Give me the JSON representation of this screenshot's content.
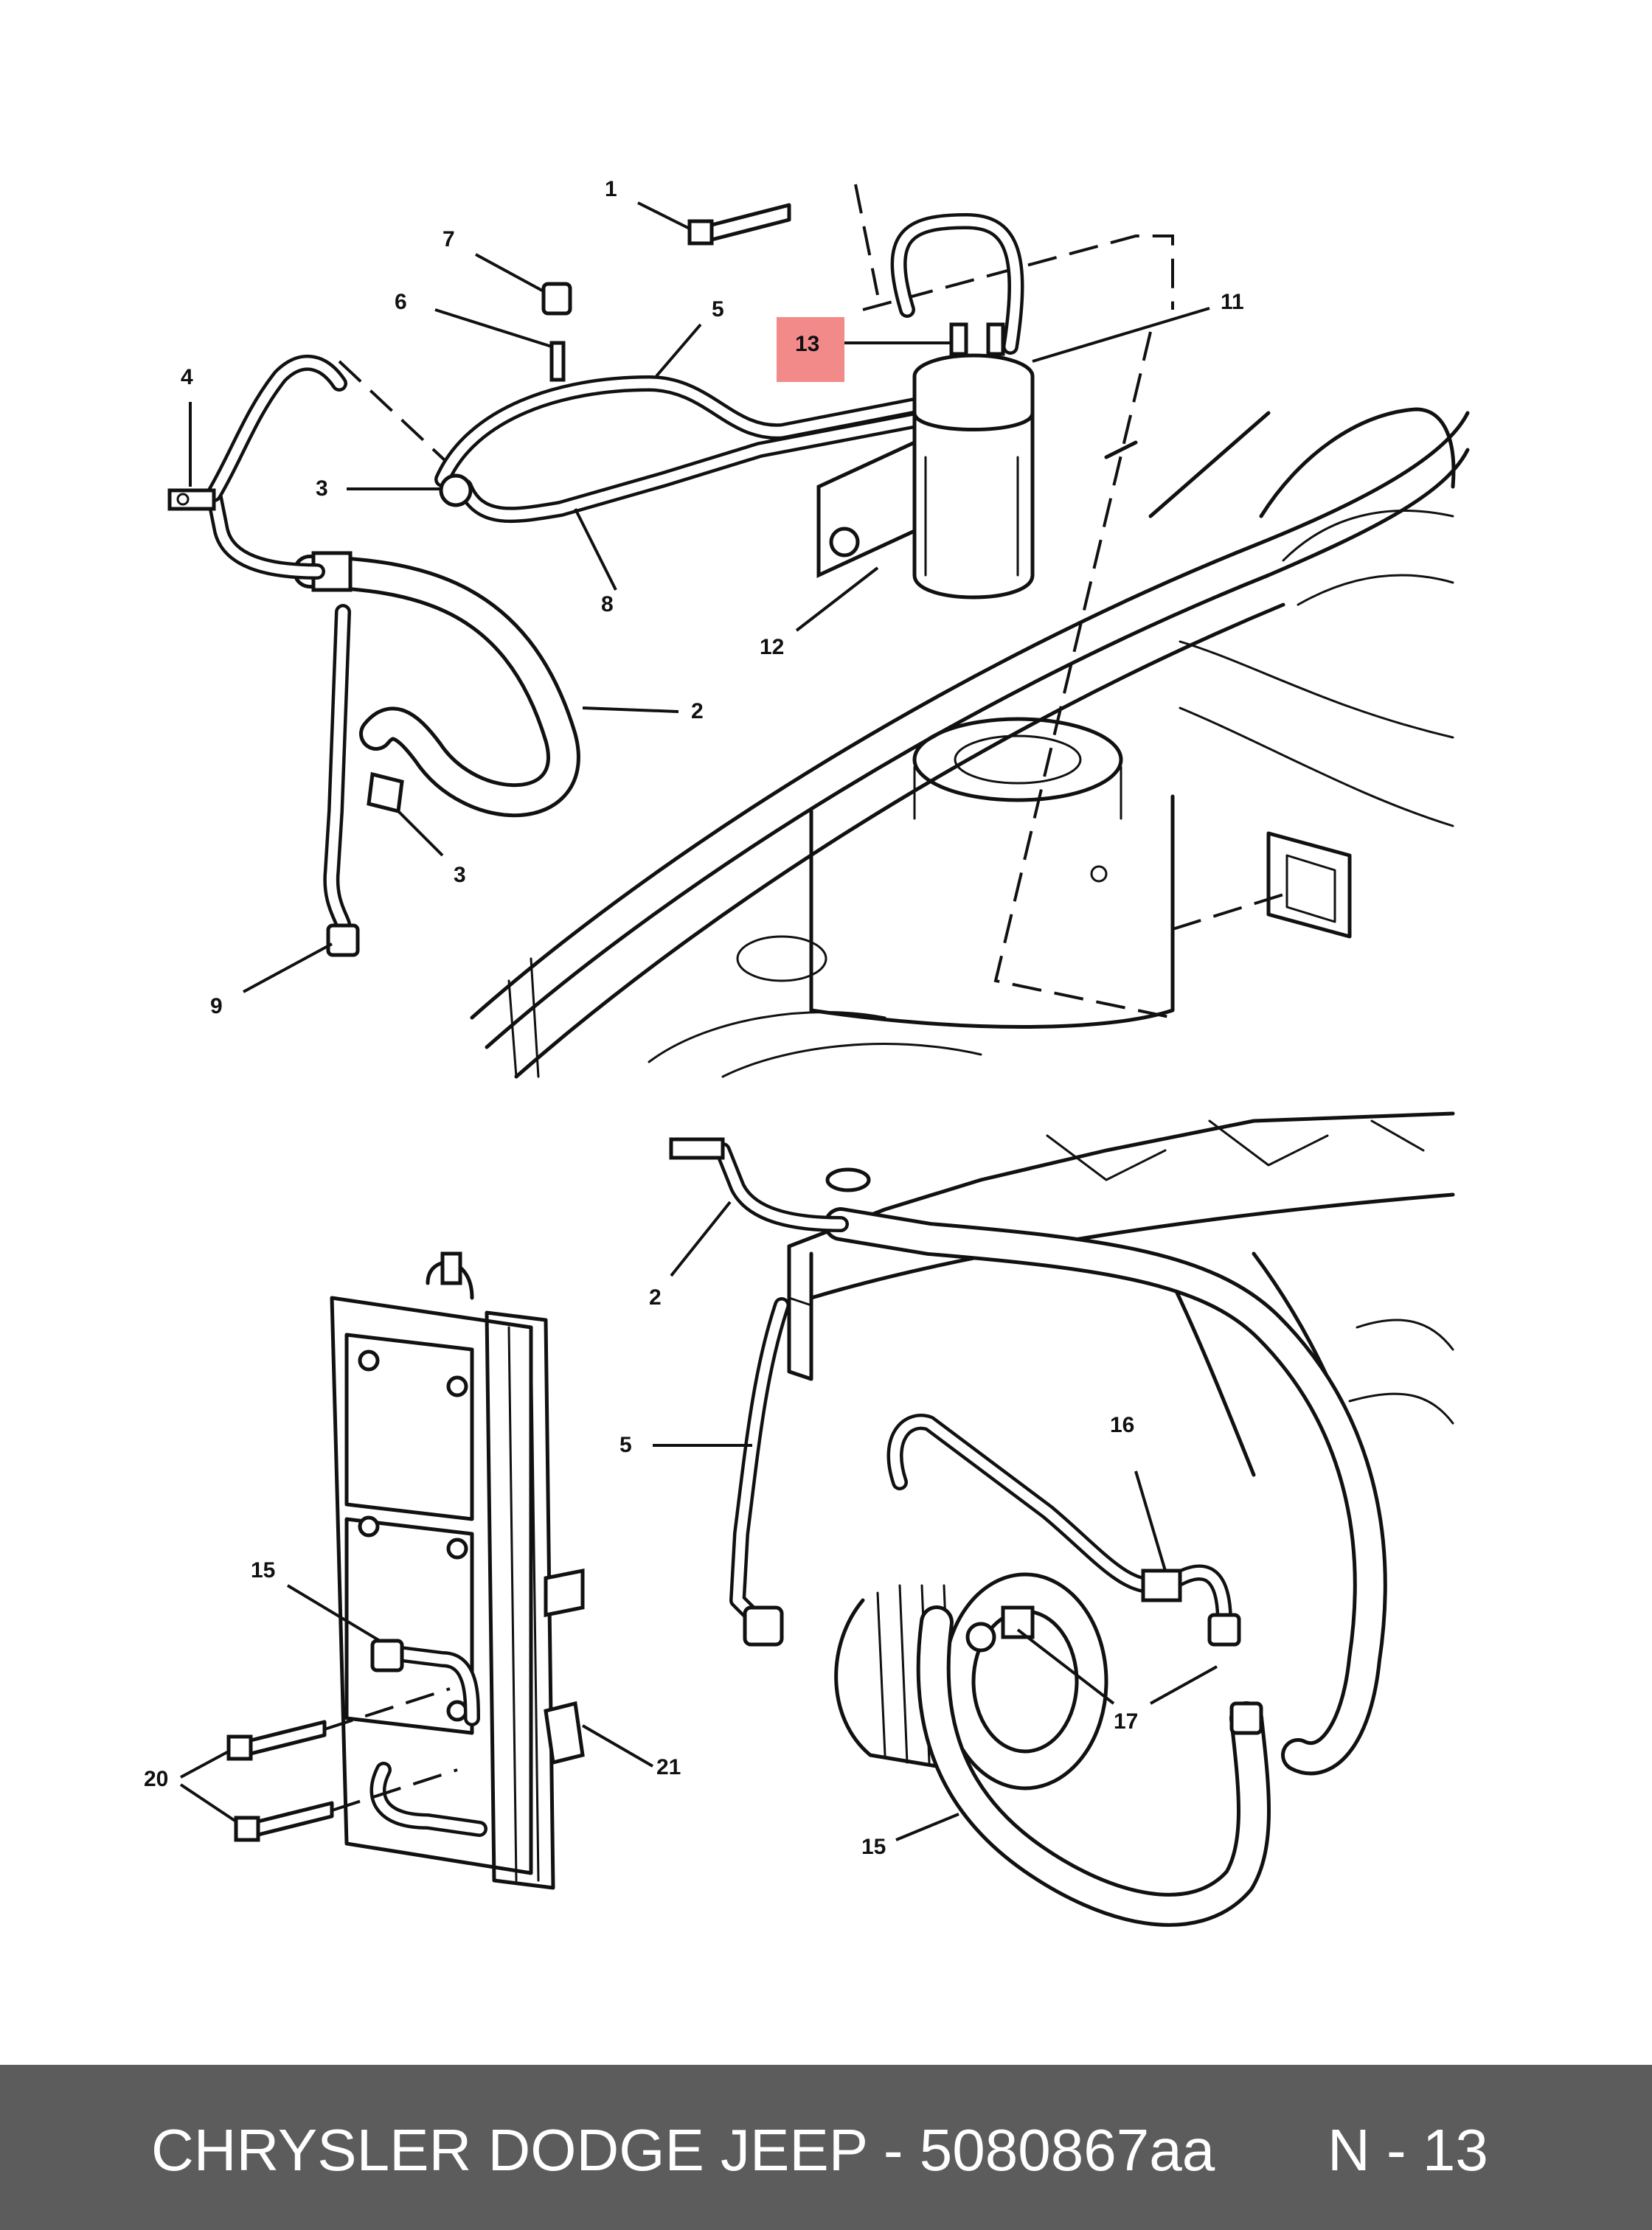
{
  "diagram": {
    "top_callouts": [
      "1",
      "7",
      "6",
      "5",
      "4",
      "3",
      "8",
      "2",
      "3",
      "9",
      "11",
      "12"
    ],
    "highlighted_callout": "13",
    "bottom_callouts": [
      "2",
      "5",
      "16",
      "15",
      "17",
      "15",
      "20",
      "21"
    ]
  },
  "footer": {
    "text": "CHRYSLER DODGE JEEP - 5080867aa",
    "page": "N - 13"
  },
  "colors": {
    "highlight": "#f28a8a",
    "footer_bg": "#5c5c5c",
    "footer_text": "#ffffff",
    "line": "#111111"
  }
}
